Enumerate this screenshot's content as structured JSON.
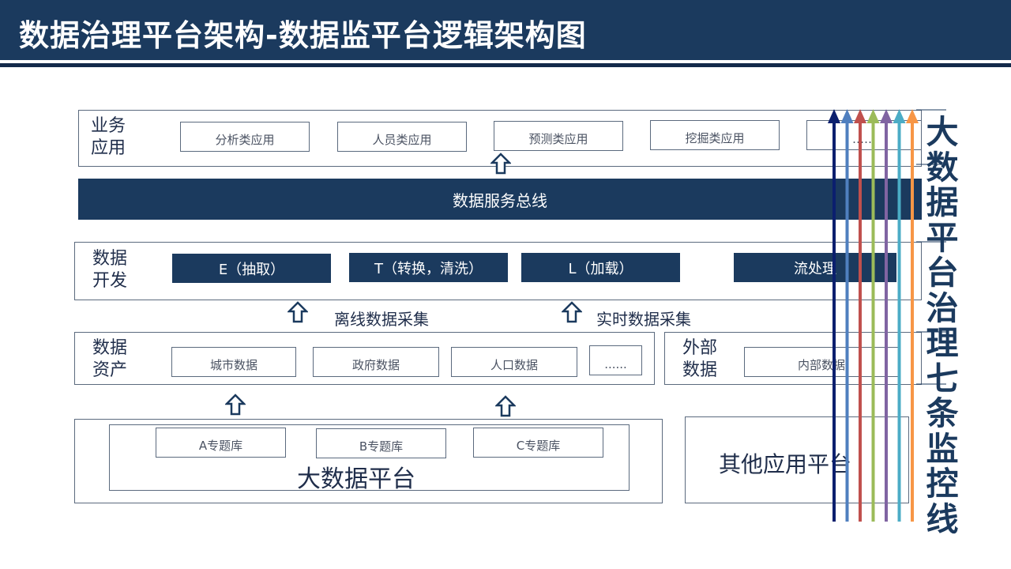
{
  "header": {
    "title": "数据治理平台架构-数据监平台逻辑架构图"
  },
  "business": {
    "label": "业务\n应用",
    "apps": [
      "分析类应用",
      "人员类应用",
      "预测类应用",
      "挖掘类应用",
      "……"
    ]
  },
  "service_bus": "数据服务总线",
  "dev": {
    "label": "数据\n开发",
    "steps": [
      "E（抽取）",
      "T（转换，清洗）",
      "L（加载）",
      "流处理"
    ]
  },
  "collection": {
    "offline": "离线数据采集",
    "realtime": "实时数据采集"
  },
  "assets": {
    "label": "数据\n资产",
    "items": [
      "城市数据",
      "政府数据",
      "人口数据",
      "......"
    ]
  },
  "external": {
    "label": "外部\n数据",
    "item": "内部数据"
  },
  "bigdata": {
    "title": "大数据平台",
    "libs": [
      "A专题库",
      "B专题库",
      "C专题库"
    ]
  },
  "other_platform": "其他应用平台",
  "monitor": {
    "title": "大数据平台治理七条监控线",
    "colors": [
      "#0b1f6e",
      "#4f7fbf",
      "#c0504d",
      "#9bbb59",
      "#8064a2",
      "#4bacc6",
      "#f79646"
    ]
  }
}
